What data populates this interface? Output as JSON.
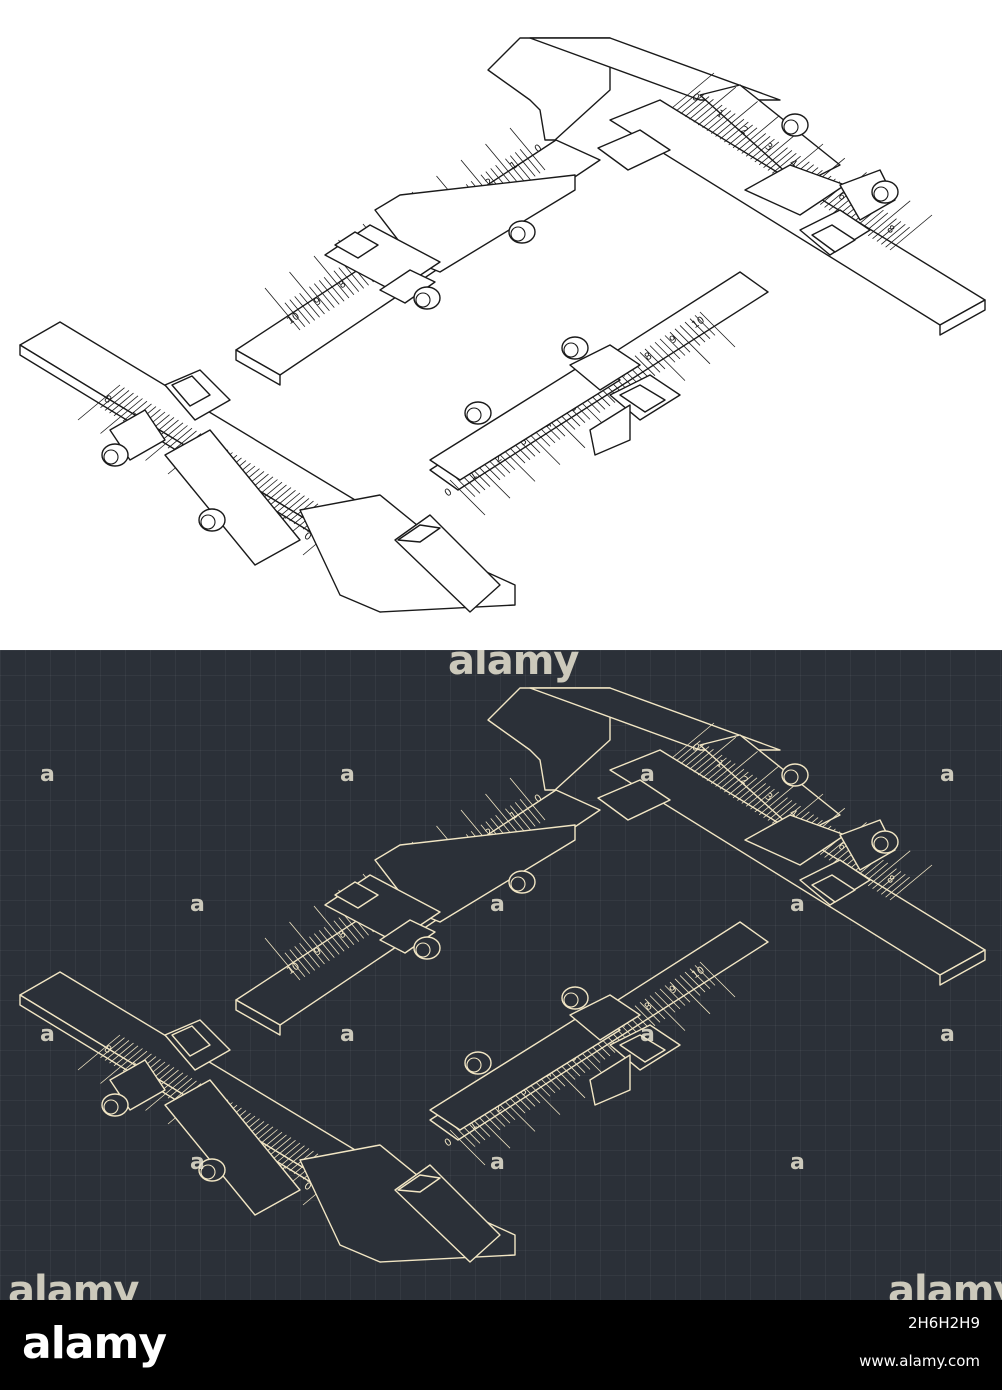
{
  "drawing": {
    "stroke_light": "#1a1a1a",
    "stroke_dark": "#f2e6c4",
    "fill_light": "#ffffff",
    "fill_dark": "#2b3038",
    "scale_labels_top": [
      "0",
      "1",
      "2",
      "3",
      "4",
      "5",
      "6",
      "7",
      "8",
      "9",
      "10"
    ],
    "scale_labels_right": [
      "0",
      "1",
      "2",
      "3",
      "4",
      "5",
      "6",
      "7",
      "8"
    ],
    "scale_labels_bottom": [
      "0",
      "1",
      "2",
      "3",
      "4",
      "5",
      "6",
      "7",
      "8",
      "9",
      "10"
    ],
    "scale_labels_left": [
      "0",
      "1",
      "2",
      "3",
      "4",
      "5",
      "6",
      "7",
      "8"
    ]
  },
  "watermarks": {
    "small_a": "a",
    "top": "alamy",
    "bottom_left": "alamy",
    "bottom_right": "alamy"
  },
  "footer": {
    "logo": "alamy",
    "image_id": "2H6H2H9",
    "url": "www.alamy.com"
  }
}
